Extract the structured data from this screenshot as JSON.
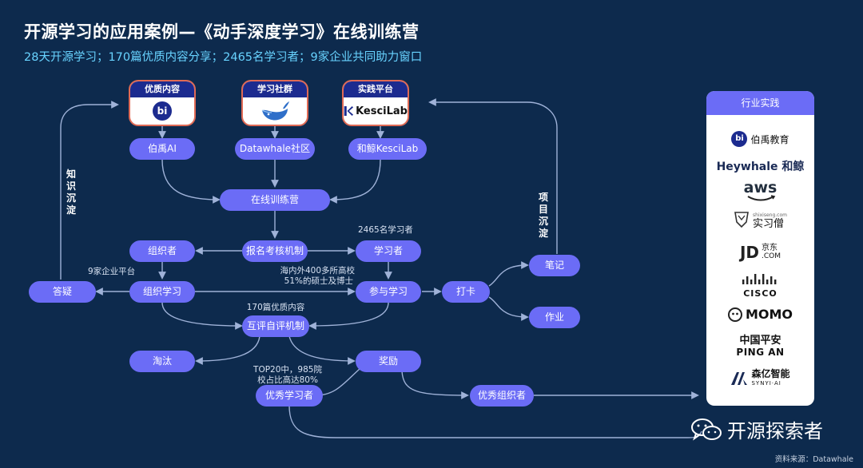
{
  "title": "开源学习的应用案例—《动手深度学习》在线训练营",
  "subtitle": "28天开源学习；170篇优质内容分享；2465名学习者；9家企业共同助力窗口",
  "top_boxes": [
    {
      "header": "优质内容",
      "logo_text": "bi"
    },
    {
      "header": "学习社群",
      "logo_text": ""
    },
    {
      "header": "实践平台",
      "logo_text": "KesciLab"
    }
  ],
  "nodes": {
    "boyu_ai": "伯禹AI",
    "datawhale": "Datawhale社区",
    "kescilab": "和鲸KesciLab",
    "online_camp": "在线训练营",
    "enroll_review": "报名考核机制",
    "organizer": "组织者",
    "learner": "学习者",
    "answer": "答疑",
    "organize_learning": "组织学习",
    "participate": "参与学习",
    "checkin": "打卡",
    "notes": "笔记",
    "homework": "作业",
    "peer_review": "互评自评机制",
    "eliminate": "淘汰",
    "reward": "奖励",
    "excellent_learner": "优秀学习者",
    "excellent_organizer": "优秀组织者"
  },
  "annotations": {
    "learners_count": "2465名学习者",
    "enterprise_platform": "9家企业平台",
    "universities_line1": "海内外400多所高校",
    "universities_line2": "51%的硕士及博士",
    "content_count": "170篇优质内容",
    "top20_line1": "TOP20中，985院",
    "top20_line2": "校占比高达80%"
  },
  "side_labels": {
    "knowledge": "知识沉淀",
    "project": "项目沉淀"
  },
  "industry": {
    "header": "行业实践",
    "logos": [
      {
        "name": "伯禹教育",
        "icon": "bi-logo-icon"
      },
      {
        "name": "Heywhale 和鲸",
        "icon": "heywhale-logo"
      },
      {
        "name": "aws",
        "icon": "aws-logo"
      },
      {
        "name": "实习僧",
        "small": "shixiseng.com",
        "icon": "shixiseng-logo"
      },
      {
        "name": "JD",
        "sub1": "京东",
        "sub2": ".COM",
        "icon": "jd-logo"
      },
      {
        "name": "CISCO",
        "icon": "cisco-logo"
      },
      {
        "name": "MOMO",
        "icon": "momo-logo"
      },
      {
        "name": "中国平安",
        "sub": "PING AN",
        "icon": "pingan-logo"
      },
      {
        "name": "森亿智能",
        "sub": "SYNYI·AI",
        "icon": "synyi-logo"
      }
    ]
  },
  "watermark": "开源探索者",
  "source": "资料来源：Datawhale",
  "colors": {
    "background": "#0d2a4d",
    "node": "#6b6cf6",
    "accent_text": "#68d3ff",
    "box_border": "#e06a55"
  }
}
